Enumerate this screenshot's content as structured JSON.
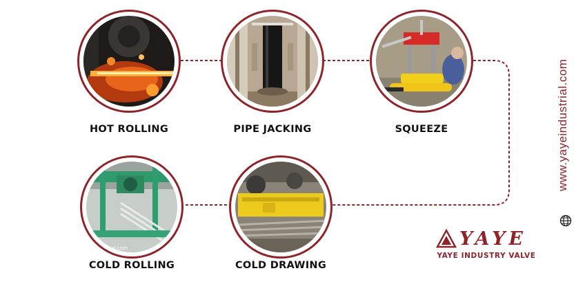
{
  "steps": [
    {
      "id": "hot-rolling",
      "label": "HOT ROLLING"
    },
    {
      "id": "pipe-jacking",
      "label": "PIPE JACKING"
    },
    {
      "id": "squeeze",
      "label": "SQUEEZE"
    },
    {
      "id": "cold-rolling",
      "label": "COLD ROLLING",
      "watermark": "steel.com"
    },
    {
      "id": "cold-drawing",
      "label": "COLD DRAWING"
    }
  ],
  "brand": {
    "website": "www.yayeindustrial.com",
    "logo_word": "YAYE",
    "logo_tagline": "YAYE INDUSTRY VALVE",
    "icon": "globe-icon",
    "accent_color": "#8e2329"
  }
}
